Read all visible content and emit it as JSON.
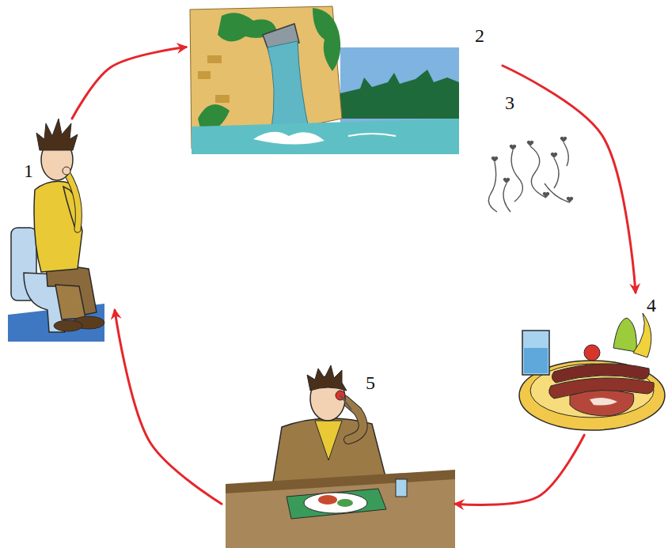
{
  "diagram": {
    "nodes": [
      {
        "text": [
          "1"
        ]
      },
      {
        "text": [
          "2"
        ]
      },
      {
        "text": [
          "3"
        ]
      },
      {
        "text": [
          "4"
        ]
      },
      {
        "text": [
          "5"
        ]
      }
    ],
    "edges": [
      {
        "from": 0,
        "to": 1,
        "arrow": "to"
      },
      {
        "from": 1,
        "to": 3,
        "arrow": "to"
      },
      {
        "from": 3,
        "to": 4,
        "arrow": "to"
      },
      {
        "from": 4,
        "to": 0,
        "arrow": "to"
      }
    ]
  }
}
